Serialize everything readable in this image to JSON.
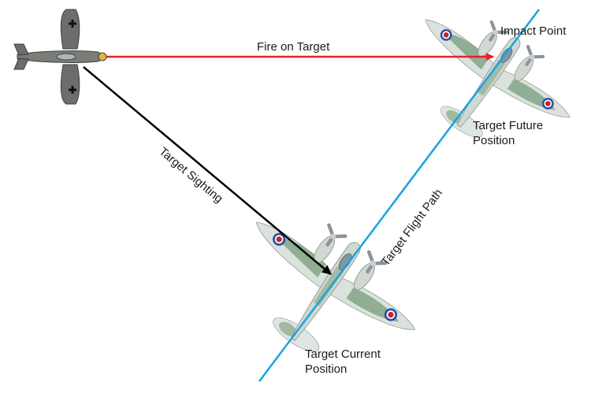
{
  "labels": {
    "fire": "Fire on Target",
    "sighting": "Target Sighting",
    "flight_path": "Target Flight Path",
    "impact": "Impact Point",
    "future_line1": "Target Future",
    "future_line2": "Position",
    "current_line1": "Target Current",
    "current_line2": "Position"
  },
  "colors": {
    "fire_line": "#e8202a",
    "sighting_line": "#000000",
    "flight_path": "#1aa3e0",
    "target_plane_light": "#d9e2dc",
    "target_plane_camo": "#8fae93",
    "fighter_plane": "#6b6e6a"
  },
  "icons": {
    "fighter": "enemy-fighter-plane-icon",
    "target_future": "target-plane-future-icon",
    "target_current": "target-plane-current-icon"
  }
}
